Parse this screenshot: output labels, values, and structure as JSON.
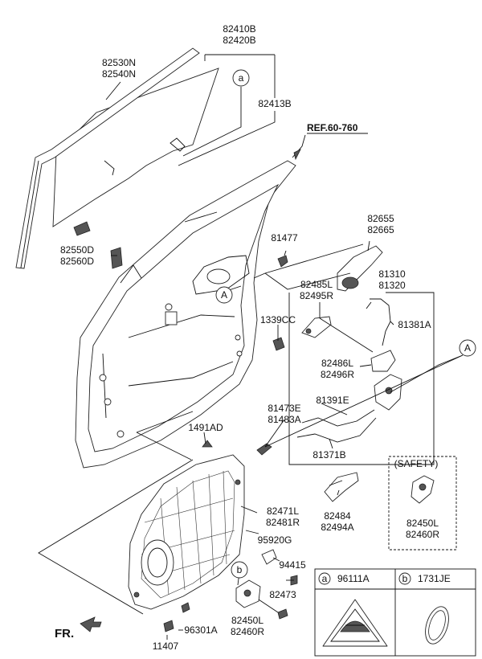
{
  "ref_label": "REF.60-760",
  "fr_label": "FR.",
  "safety_label": "(SAFETY)",
  "labels": {
    "p82410B": "82410B",
    "p82420B": "82420B",
    "p82530N": "82530N",
    "p82540N": "82540N",
    "p82413B": "82413B",
    "p82550D": "82550D",
    "p82560D": "82560D",
    "p81477": "81477",
    "p82655": "82655",
    "p82665": "82665",
    "p81310": "81310",
    "p81320": "81320",
    "p82485L": "82485L",
    "p82495R": "82495R",
    "p81381A": "81381A",
    "p1339CC": "1339CC",
    "p82486L": "82486L",
    "p82496R": "82496R",
    "p81391E": "81391E",
    "p81473E": "81473E",
    "p81483A": "81483A",
    "p81371B": "81371B",
    "p1491AD": "1491AD",
    "p82484": "82484",
    "p82494A": "82494A",
    "p82450L_s": "82450L",
    "p82460R_s": "82460R",
    "p82471L": "82471L",
    "p82481R": "82481R",
    "p95920G": "95920G",
    "p94415": "94415",
    "p82473": "82473",
    "p82450L": "82450L",
    "p82460R": "82460R",
    "p96301A": "96301A",
    "p11407": "11407"
  },
  "callouts": {
    "a": "a",
    "b": "b",
    "A": "A"
  },
  "legend": {
    "a_letter": "a",
    "a_part": "96111A",
    "b_letter": "b",
    "b_part": "1731JE"
  }
}
